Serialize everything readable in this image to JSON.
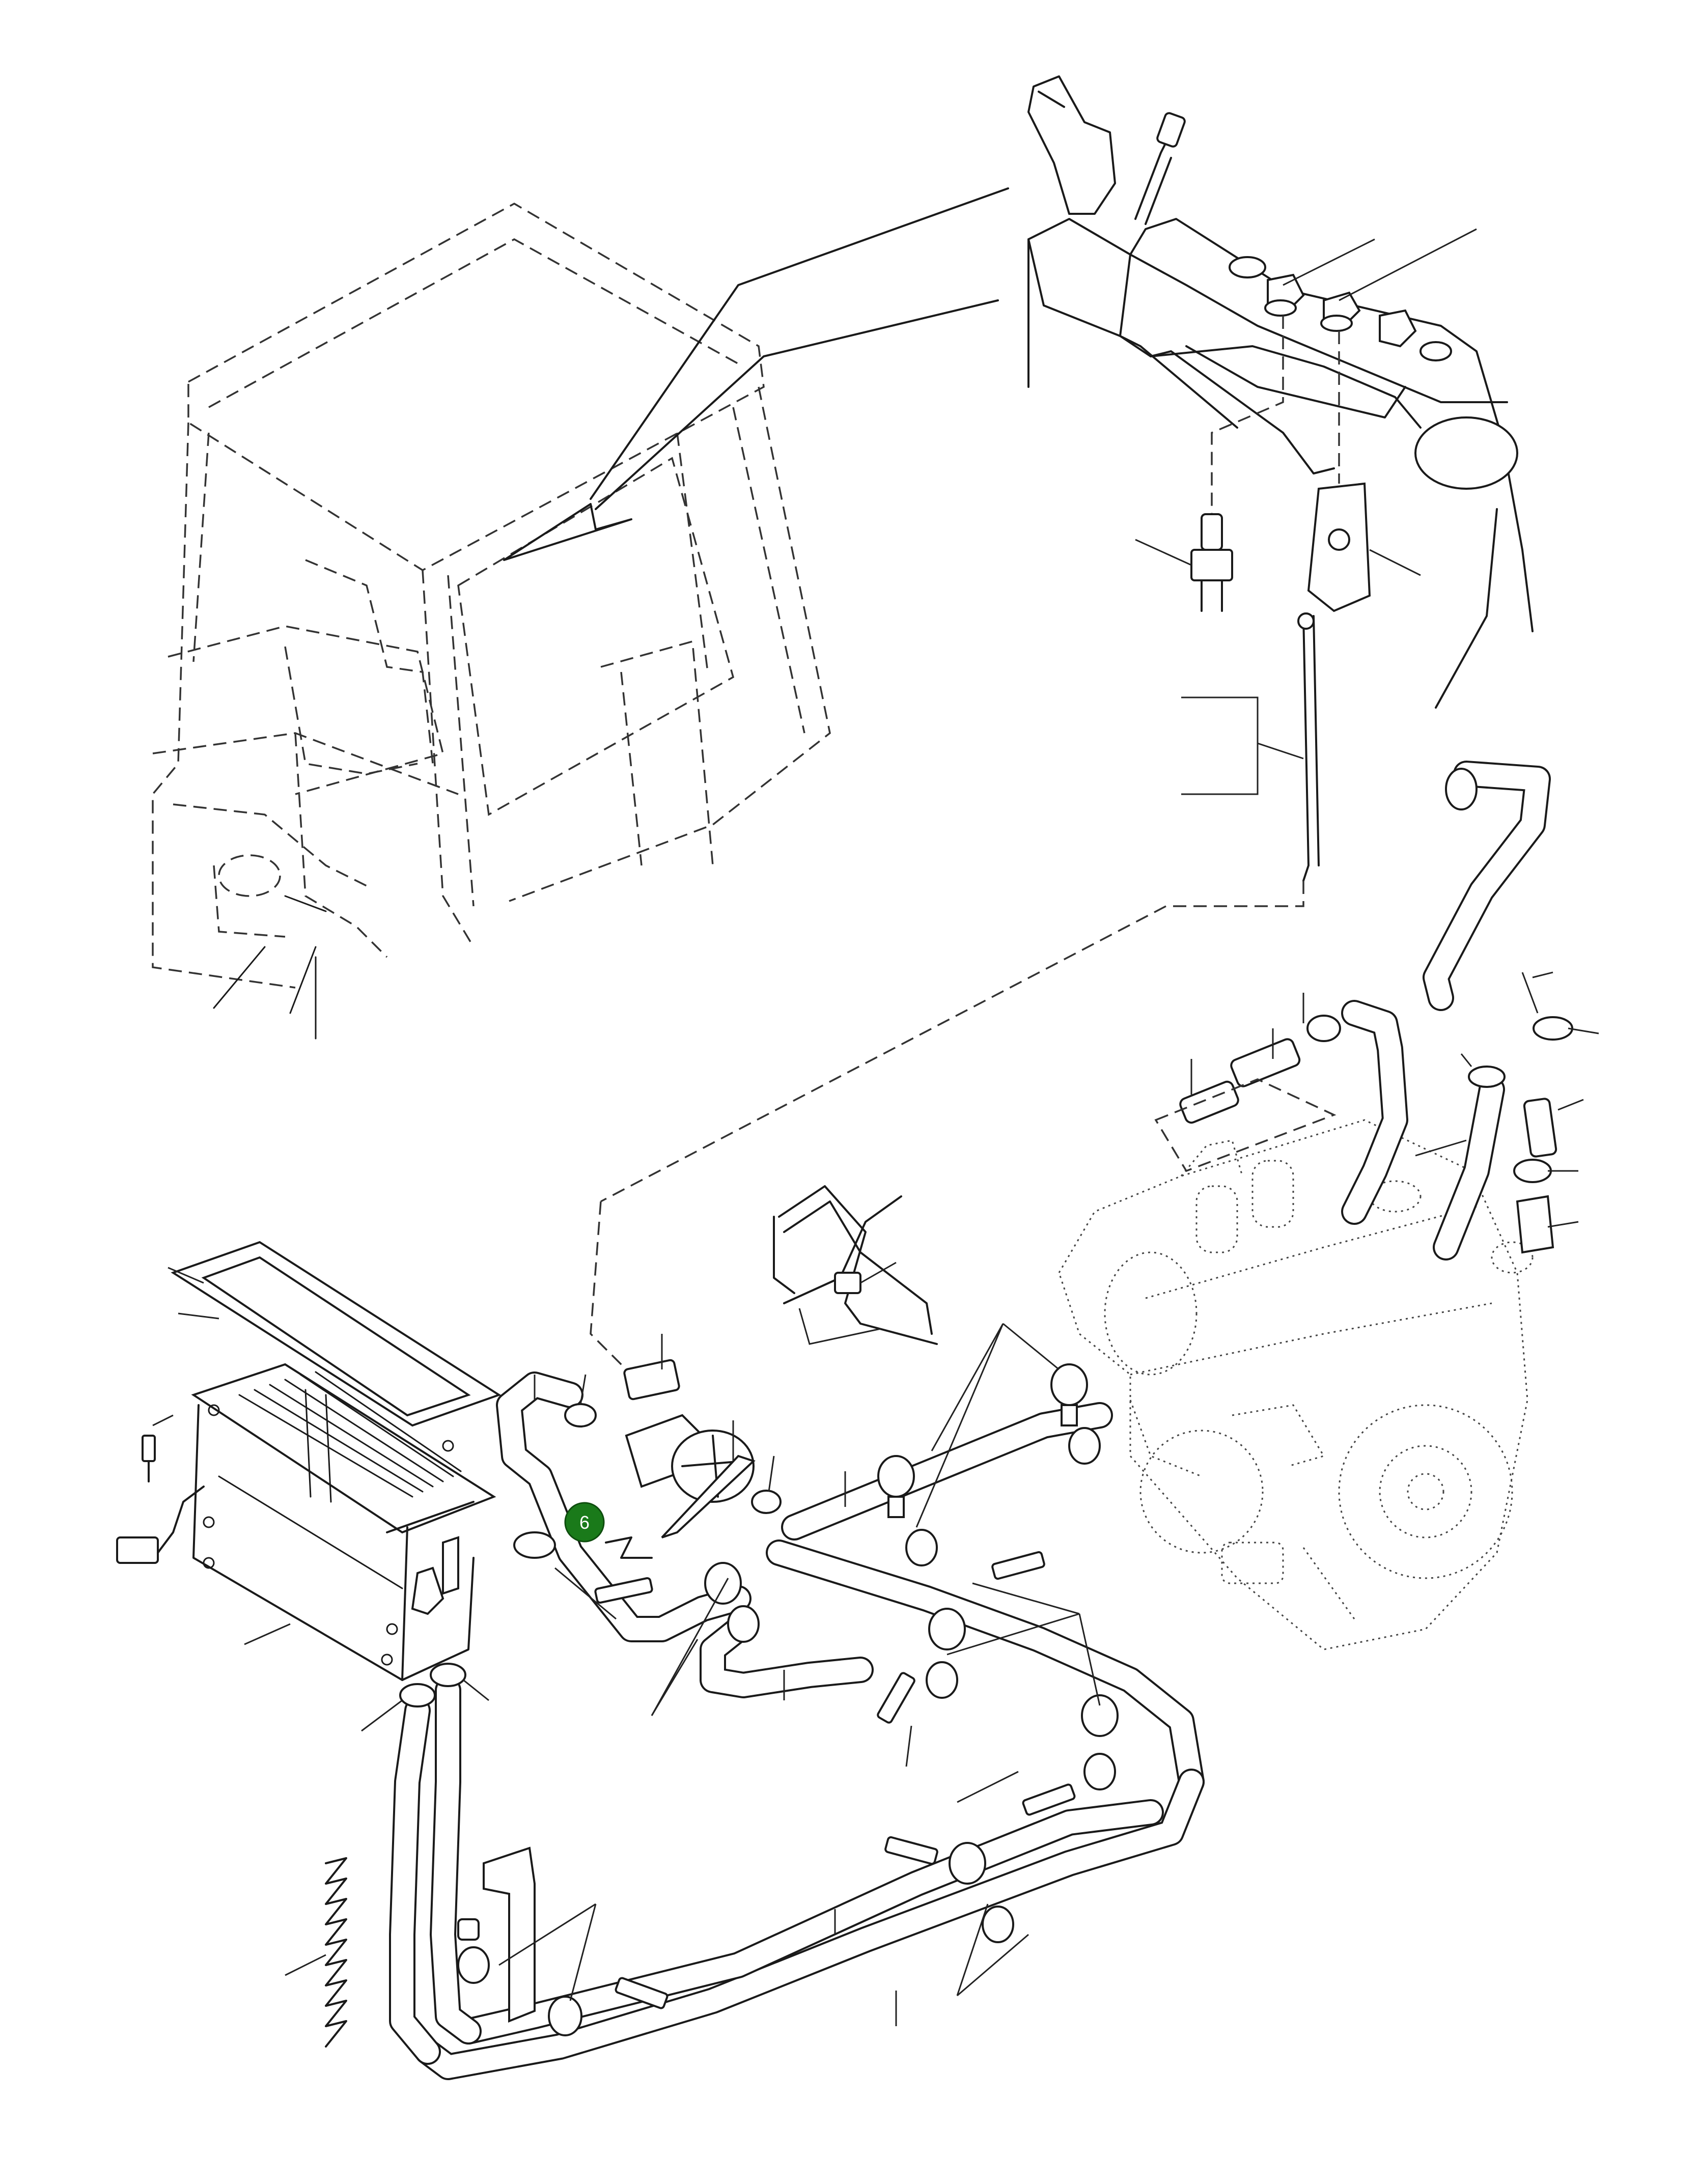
{
  "callouts": [
    {
      "id": "callout-6",
      "label": "6",
      "color": "#1a7a1a",
      "text_color": "#ffffff"
    }
  ],
  "icons": [
    "cab-outline",
    "joystick-console",
    "heater-unit",
    "engine-block",
    "hose-assembly",
    "hose-clamp",
    "bolt",
    "p-clip",
    "cable-tie",
    "switch",
    "control-rod"
  ]
}
